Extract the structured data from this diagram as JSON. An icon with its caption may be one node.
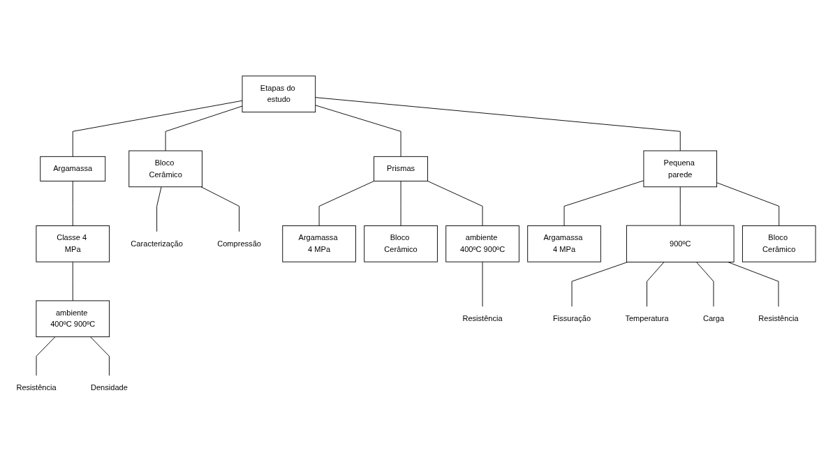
{
  "diagram": {
    "nodes": [
      {
        "text": [
          "Etapas do estudo"
        ]
      },
      {
        "text": [
          "Argamassa"
        ]
      },
      {
        "text": [
          "Bloco Cerâmico"
        ]
      },
      {
        "text": [
          "Prismas"
        ]
      },
      {
        "text": [
          "Pequena parede"
        ]
      },
      {
        "text": [
          "Classe 4 MPa"
        ]
      },
      {
        "text": [
          "ambiente 400ºC 900ºC"
        ]
      },
      {
        "text": [
          "Resistência"
        ]
      },
      {
        "text": [
          "Densidade"
        ]
      },
      {
        "text": [
          "Caracterização"
        ]
      },
      {
        "text": [
          "Compressão"
        ]
      },
      {
        "text": [
          "Argamassa 4 MPa"
        ]
      },
      {
        "text": [
          "Bloco Cerâmico"
        ]
      },
      {
        "text": [
          "ambiente 400ºC 900ºC"
        ]
      },
      {
        "text": [
          "Resistência"
        ]
      },
      {
        "text": [
          "Argamassa 4 MPa"
        ]
      },
      {
        "text": [
          "Bloco Cerâmico"
        ]
      },
      {
        "text": [
          "900ºC"
        ]
      },
      {
        "text": [
          "Fissuração"
        ]
      },
      {
        "text": [
          "Temperatura"
        ]
      },
      {
        "text": [
          "Carga"
        ]
      },
      {
        "text": [
          "Resistência"
        ]
      }
    ],
    "edges": [
      {
        "from": 0,
        "to": 1,
        "arrow": "none"
      },
      {
        "from": 0,
        "to": 2,
        "arrow": "none"
      },
      {
        "from": 0,
        "to": 3,
        "arrow": "none"
      },
      {
        "from": 0,
        "to": 4,
        "arrow": "none"
      },
      {
        "from": 1,
        "to": 5,
        "arrow": "none"
      },
      {
        "from": 5,
        "to": 6,
        "arrow": "none"
      },
      {
        "from": 6,
        "to": 7,
        "arrow": "none"
      },
      {
        "from": 6,
        "to": 8,
        "arrow": "none"
      },
      {
        "from": 2,
        "to": 9,
        "arrow": "none"
      },
      {
        "from": 2,
        "to": 10,
        "arrow": "none"
      },
      {
        "from": 3,
        "to": 11,
        "arrow": "none"
      },
      {
        "from": 3,
        "to": 12,
        "arrow": "none"
      },
      {
        "from": 3,
        "to": 13,
        "arrow": "none"
      },
      {
        "from": 13,
        "to": 14,
        "arrow": "none"
      },
      {
        "from": 4,
        "to": 15,
        "arrow": "none"
      },
      {
        "from": 4,
        "to": 16,
        "arrow": "none"
      },
      {
        "from": 4,
        "to": 17,
        "arrow": "none"
      },
      {
        "from": 17,
        "to": 18,
        "arrow": "none"
      },
      {
        "from": 17,
        "to": 19,
        "arrow": "none"
      },
      {
        "from": 17,
        "to": 20,
        "arrow": "none"
      },
      {
        "from": 17,
        "to": 21,
        "arrow": "none"
      }
    ]
  }
}
